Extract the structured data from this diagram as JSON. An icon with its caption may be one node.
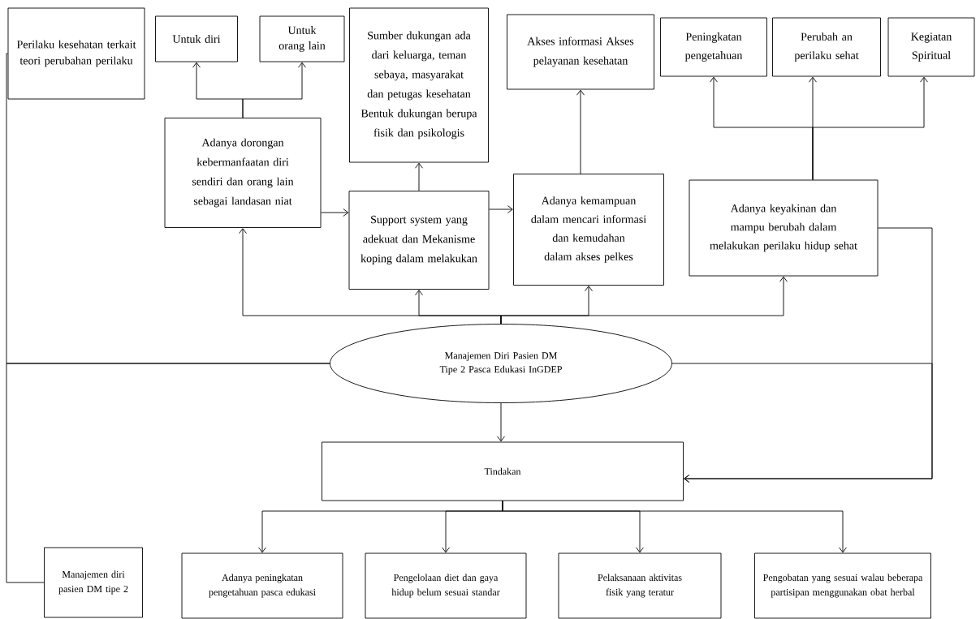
{
  "diagram": {
    "nodes": [
      {
        "text": [
          "Perilaku kesehatan terkait teori perubahan perilaku"
        ]
      },
      {
        "text": [
          "Untuk diri"
        ]
      },
      {
        "text": [
          "Untuk orang lain"
        ]
      },
      {
        "text": [
          "Sumber dukungan ada dari keluarga, teman sebaya, masyarakat dan petugas kesehatan Bentuk dukungan berupa fisik dan psikologis"
        ]
      },
      {
        "text": [
          "Akses informasi Akses pelayanan kesehatan"
        ]
      },
      {
        "text": [
          "Peningkatan pengetahuan"
        ]
      },
      {
        "text": [
          "Perubah an perilaku sehat"
        ]
      },
      {
        "text": [
          "Kegiatan Spiritual"
        ]
      },
      {
        "text": [
          "Adanya dorongan kebermanfaatan diri sendiri dan orang lain sebagai landasan niat"
        ]
      },
      {
        "text": [
          "Support system yang adekuat dan Mekanisme koping dalam melakukan"
        ]
      },
      {
        "text": [
          "Adanya kemampuan dalam mencari informasi dan kemudahan dalam akses pelkes"
        ]
      },
      {
        "text": [
          "Adanya keyakinan dan mampu berubah dalam melakukan perilaku hidup sehat"
        ]
      },
      {
        "text": [
          "Manajemen Diri Pasien DM Tipe 2 Pasca Edukasi InGDEP"
        ]
      },
      {
        "text": [
          "Tindakan"
        ]
      },
      {
        "text": [
          "Manajemen diri pasien DM tipe 2"
        ]
      },
      {
        "text": [
          "Adanya peningkatan pengetahuan pasca edukasi"
        ]
      },
      {
        "text": [
          "Pengelolaan diet dan gaya hidup belum sesuai standar"
        ]
      },
      {
        "text": [
          "Pelaksanaan aktivitas fisik yang teratur"
        ]
      },
      {
        "text": [
          "Pengobatan yang sesuai walau beberapa partisipan menggunakan obat herbal"
        ]
      }
    ],
    "edges": [
      {
        "from": 8,
        "to": 1,
        "arrow": "to"
      },
      {
        "from": 8,
        "to": 2,
        "arrow": "to"
      },
      {
        "from": 8,
        "to": 9,
        "arrow": "to"
      },
      {
        "from": 9,
        "to": 3,
        "arrow": "to"
      },
      {
        "from": 9,
        "to": 10,
        "arrow": "to"
      },
      {
        "from": 10,
        "to": 4,
        "arrow": "to"
      },
      {
        "from": 11,
        "to": 5,
        "arrow": "to"
      },
      {
        "from": 11,
        "to": 6,
        "arrow": "to"
      },
      {
        "from": 11,
        "to": 7,
        "arrow": "to"
      },
      {
        "from": 12,
        "to": 8,
        "arrow": "to"
      },
      {
        "from": 12,
        "to": 9,
        "arrow": "to"
      },
      {
        "from": 12,
        "to": 10,
        "arrow": "to"
      },
      {
        "from": 12,
        "to": 11,
        "arrow": "to"
      },
      {
        "from": 12,
        "to": 13,
        "arrow": "to"
      },
      {
        "from": 12,
        "to": 0,
        "arrow": "none"
      },
      {
        "from": 12,
        "to": 14,
        "arrow": "none"
      },
      {
        "from": 11,
        "to": 13,
        "arrow": "to"
      },
      {
        "from": 12,
        "to": 13,
        "arrow": "to"
      },
      {
        "from": 13,
        "to": 15,
        "arrow": "to"
      },
      {
        "from": 13,
        "to": 16,
        "arrow": "to"
      },
      {
        "from": 13,
        "to": 17,
        "arrow": "to"
      },
      {
        "from": 13,
        "to": 18,
        "arrow": "to"
      }
    ]
  }
}
